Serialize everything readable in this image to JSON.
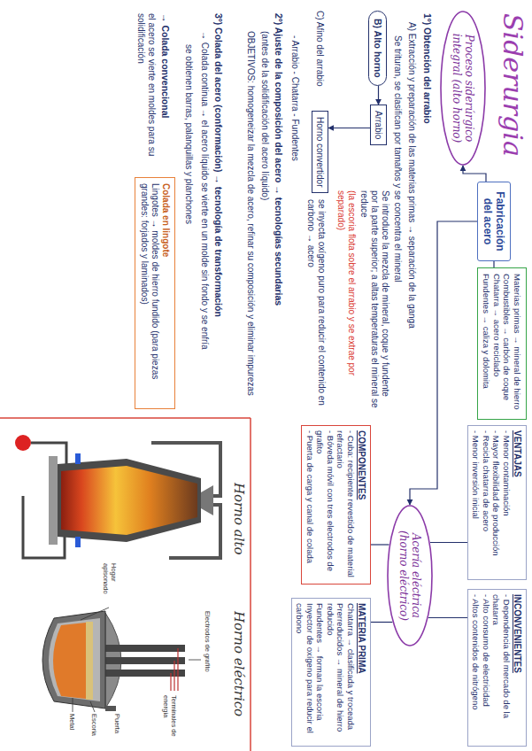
{
  "diagram": {
    "title": "Siderurgia",
    "nodes": [
      {
        "text": [
          "Fabricación del acero"
        ]
      },
      {
        "text": [
          "Materias primas → mineral de hierro",
          "Combustibles → carbón de coque",
          "Chatarra → acero reciclado",
          "Fundentes → caliza y dolomita"
        ]
      },
      {
        "text": [
          "Proceso siderúrgico integral (alto horno)"
        ]
      },
      {
        "text": [
          "Acería eléctrica (horno eléctrico)"
        ]
      },
      {
        "text": [
          "VENTAJAS",
          "- Menor contaminación",
          "- Mayor flexibilidad de producción",
          "- Recicla chatarra de acero",
          "- Menor inversión inicial"
        ]
      },
      {
        "text": [
          "INCONVENIENTES",
          "- Dependencia del mercado de la chatarra",
          "- Alto consumo de electricidad",
          "- Altos contenidos de nitrógeno"
        ]
      },
      {
        "text": [
          "COMPONENTES",
          "- Cuba: recipiente revestido de material refractario",
          "- Bóveda móvil con tres electrodos de grafito",
          "- Puerta de carga y canal de colada"
        ]
      },
      {
        "text": [
          "MATERIA PRIMA",
          "Chatarra → clasificada y troceada",
          "Prerreducidos → mineral de hierro reducido",
          "Fundentes → forman la escoria",
          "Inyector de oxígeno para reducir el carbono"
        ]
      },
      {
        "text": [
          "B) Alto horno"
        ]
      },
      {
        "text": [
          "Arrabio"
        ]
      },
      {
        "text": [
          "Horno convertidor"
        ]
      },
      {
        "text": [
          "Colada en lingote",
          "Lingotes → moldes de hierro fundido (para piezas grandes: forjados y laminados)"
        ]
      }
    ],
    "edges": [
      {
        "from": 0,
        "to": 1,
        "arrow": "none"
      },
      {
        "from": 0,
        "to": 2,
        "arrow": "to"
      },
      {
        "from": 0,
        "to": 3,
        "arrow": "to"
      },
      {
        "from": 3,
        "to": 4,
        "arrow": "none"
      },
      {
        "from": 3,
        "to": 5,
        "arrow": "none"
      },
      {
        "from": 3,
        "to": 6,
        "arrow": "none"
      },
      {
        "from": 3,
        "to": 7,
        "arrow": "none"
      },
      {
        "from": 8,
        "to": 9,
        "arrow": "to"
      },
      {
        "from": 9,
        "to": 10,
        "arrow": "to"
      }
    ],
    "labels": [
      "1º) Obtención del arrabio",
      "A) Extracción y preparación de las materias primas → separación de la ganga",
      "Se trituran, se clasifican por tamaños y se concentra el mineral",
      "Se introduce la mezcla de mineral, coque y fundente por la parte superior; a altas temperaturas el mineral se reduce",
      "(la escoria flota sobre el arrabio y se extrae por separado)",
      "C) Afino del arrabio",
      "se inyecta oxígeno puro para reducir el contenido en carbono → acero",
      "- Arrabio  - Chatarra  - Fundentes",
      "2º) Ajuste de la composición del acero → tecnologías secundarias",
      "(antes de la solidificación del acero líquido)",
      "OBJETIVOS: homogeneizar la mezcla de acero, refinar su composición y eliminar impurezas",
      "3º) Colada del acero (conformación) → tecnología de transformación",
      "→ Colada continua → el acero líquido se vierte en un molde sin fondo y se enfría",
      "se obtienen barras, palanquillas y planchones",
      "→ Colada convencional",
      "el acero se vierte en moldes para su solidificación",
      "Horno alto",
      "Horno eléctrico",
      "Electrodos de grafito",
      "Terminales de energía",
      "Puerta",
      "Metal",
      "Escoria",
      "Hogar apisonado"
    ]
  }
}
